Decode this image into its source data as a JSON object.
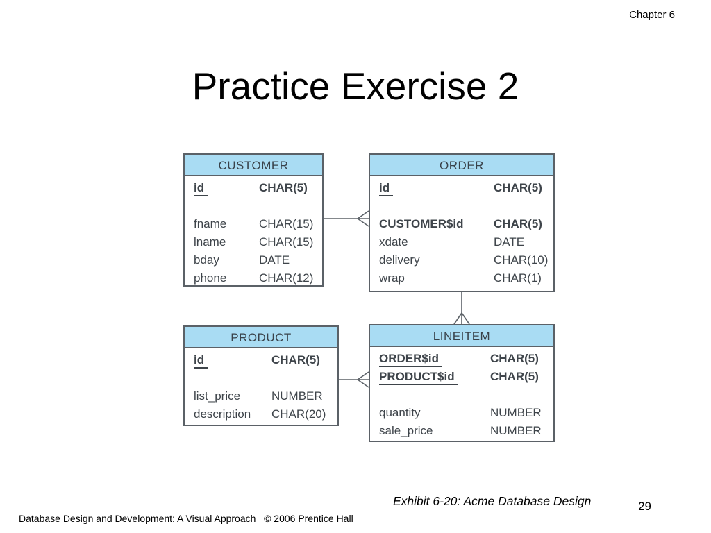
{
  "page": {
    "chapter_label": "Chapter 6",
    "title": "Practice Exercise 2",
    "exhibit_caption": "Exhibit 6-20: Acme Database Design",
    "page_number": "29",
    "footer_credit": "Database Design and Development: A Visual Approach   © 2006 Prentice Hall"
  },
  "colors": {
    "entity_header_fill": "#a9dcf3",
    "entity_border": "#5b6167",
    "entity_text": "#3e444a",
    "background": "#ffffff"
  },
  "diagram": {
    "entities": [
      {
        "name": "CUSTOMER",
        "attributes": [
          {
            "name": "id",
            "type": "CHAR(5)",
            "pk": true,
            "fk": false
          },
          {
            "name": "fname",
            "type": "CHAR(15)",
            "pk": false,
            "fk": false
          },
          {
            "name": "lname",
            "type": "CHAR(15)",
            "pk": false,
            "fk": false
          },
          {
            "name": "bday",
            "type": "DATE",
            "pk": false,
            "fk": false
          },
          {
            "name": "phone",
            "type": "CHAR(12)",
            "pk": false,
            "fk": false
          }
        ]
      },
      {
        "name": "ORDER",
        "attributes": [
          {
            "name": "id",
            "type": "CHAR(5)",
            "pk": true,
            "fk": false
          },
          {
            "name": "CUSTOMER$id",
            "type": "CHAR(5)",
            "pk": false,
            "fk": true
          },
          {
            "name": "xdate",
            "type": "DATE",
            "pk": false,
            "fk": false
          },
          {
            "name": "delivery",
            "type": "CHAR(10)",
            "pk": false,
            "fk": false
          },
          {
            "name": "wrap",
            "type": "CHAR(1)",
            "pk": false,
            "fk": false
          }
        ]
      },
      {
        "name": "PRODUCT",
        "attributes": [
          {
            "name": "id",
            "type": "CHAR(5)",
            "pk": true,
            "fk": false
          },
          {
            "name": "list_price",
            "type": "NUMBER",
            "pk": false,
            "fk": false
          },
          {
            "name": "description",
            "type": "CHAR(20)",
            "pk": false,
            "fk": false
          }
        ]
      },
      {
        "name": "LINEITEM",
        "attributes": [
          {
            "name": "ORDER$id",
            "type": "CHAR(5)",
            "pk": true,
            "fk": true
          },
          {
            "name": "PRODUCT$id",
            "type": "CHAR(5)",
            "pk": true,
            "fk": true
          },
          {
            "name": "quantity",
            "type": "NUMBER",
            "pk": false,
            "fk": false
          },
          {
            "name": "sale_price",
            "type": "NUMBER",
            "pk": false,
            "fk": false
          }
        ]
      }
    ],
    "relationships": [
      {
        "from": "CUSTOMER",
        "to": "ORDER",
        "cardinality": "one-to-many",
        "crow_foot_at": "ORDER"
      },
      {
        "from": "ORDER",
        "to": "LINEITEM",
        "cardinality": "one-to-many",
        "crow_foot_at": "LINEITEM"
      },
      {
        "from": "PRODUCT",
        "to": "LINEITEM",
        "cardinality": "one-to-many",
        "crow_foot_at": "LINEITEM"
      }
    ]
  }
}
